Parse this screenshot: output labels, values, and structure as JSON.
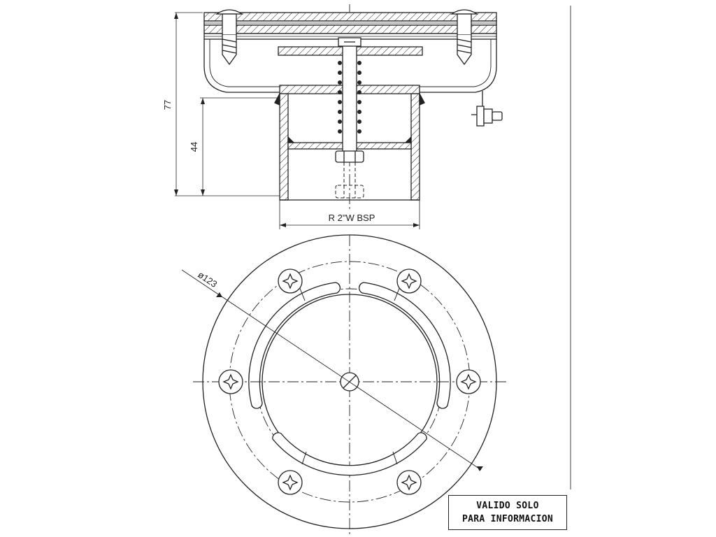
{
  "dimensions": {
    "overall_height": "77",
    "body_height": "44",
    "thread": "R 2\"W BSP",
    "bolt_circle_diameter": "ø123"
  },
  "stamp": {
    "line1": "VALIDO SOLO",
    "line2": "PARA INFORMACION"
  }
}
